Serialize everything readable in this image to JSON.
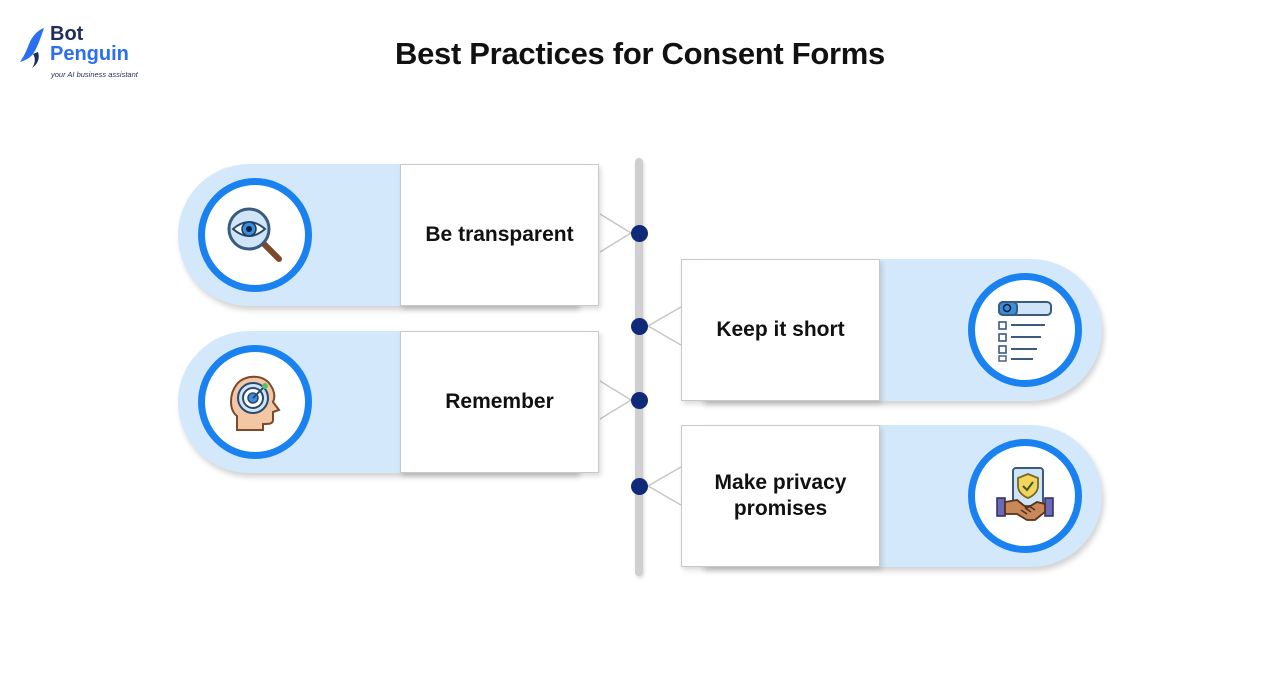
{
  "logo": {
    "line1": "Bot",
    "line2": "Penguin",
    "tagline": "your AI business assistant"
  },
  "title": "Best Practices for Consent Forms",
  "items": [
    {
      "label": "Be transparent",
      "icon": "magnifier-eye-icon"
    },
    {
      "label": "Keep it short",
      "icon": "checklist-icon"
    },
    {
      "label": "Remember",
      "icon": "head-target-icon"
    },
    {
      "label": "Make privacy promises",
      "icon": "handshake-shield-icon"
    }
  ],
  "colors": {
    "accent": "#1a82f0",
    "pill": "#d4e8fb",
    "dot": "#0f2a78",
    "spine": "#cfcfcf"
  }
}
